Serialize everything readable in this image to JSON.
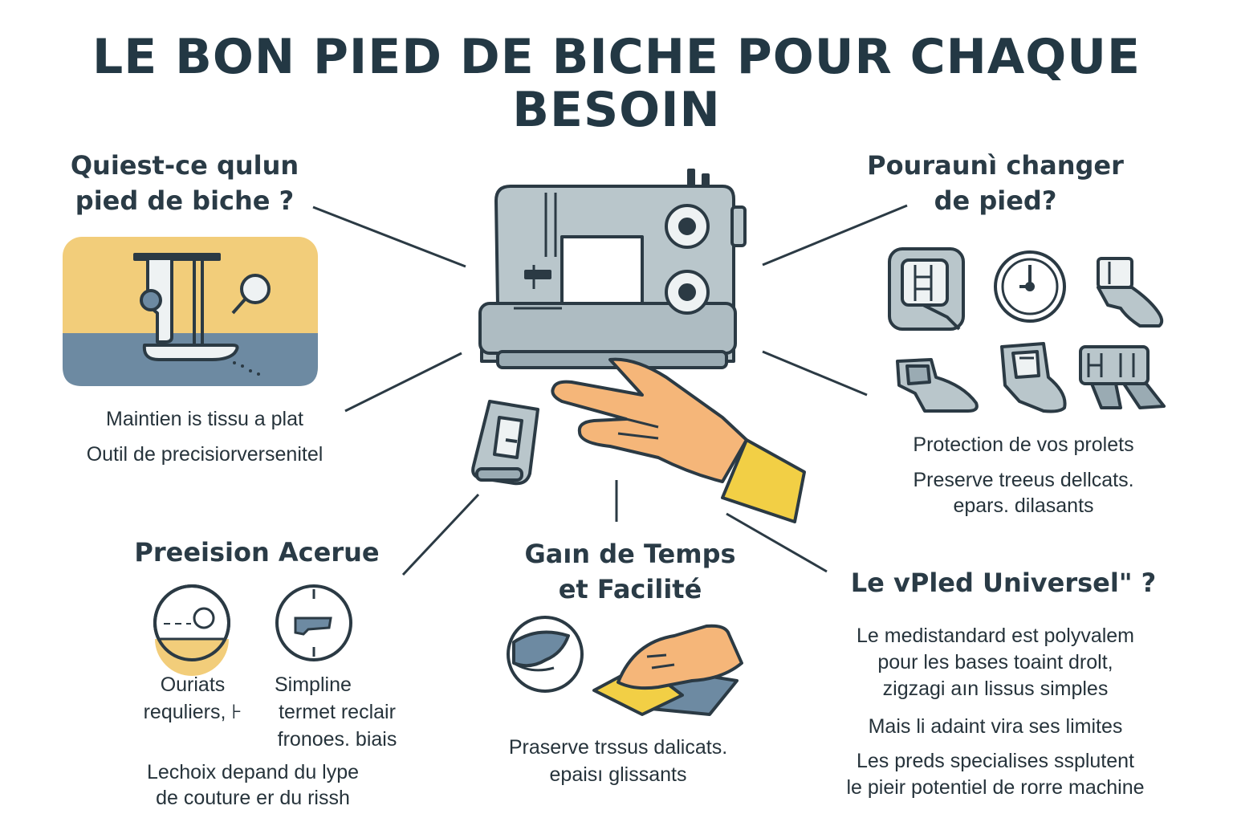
{
  "title": [
    "LE BON PIED DE BICHE POUR CHAQUE",
    "BESOIN"
  ],
  "colors": {
    "navy": "#233844",
    "machine": "#b9c6cb",
    "yellow": "#f2cd7a",
    "steel": "#6d8aa2",
    "skin": "#f5b679",
    "sleeve": "#f2cf45"
  },
  "sections": {
    "what": {
      "heading": [
        "Quiest-ce qulun",
        "pied de biche ?"
      ],
      "lines": [
        "Maintien is tissu a plat",
        "Outil de precisiorversenitel"
      ]
    },
    "why": {
      "heading": [
        "Pouraunì changer",
        "de pied?"
      ],
      "lines": [
        "Protection de vos prolets",
        "Preserve treeus dellcats.",
        "epars. dilasants"
      ],
      "icons": [
        "zipper-foot-icon",
        "clock-icon",
        "walking-foot-icon",
        "rolled-hem-foot-icon",
        "buttonhole-foot-icon",
        "overcast-foot-icon"
      ]
    },
    "precision": {
      "heading": "Preeision Acerue",
      "item1": [
        "Ouriats",
        "requliers,  ⊦"
      ],
      "item2": [
        "Simpline",
        "termet reclair",
        "fronoes. biais"
      ],
      "footer": [
        "Lechoix depand du lype",
        "de couture er du rissh"
      ]
    },
    "time": {
      "heading": [
        "Gaın de Temps",
        "et Facilité"
      ],
      "lines": [
        "Praserve trssus dalicats.",
        "epaisı glissants"
      ]
    },
    "universal": {
      "heading": "Le vPled Universel\" ?",
      "lines": [
        "Le medistandard est polyvalem",
        "pour les bases toaint drolt,",
        "zigzagi aın lissus simples",
        "Mais li adaint vira ses limites",
        "Les preds specialises ssplutent",
        "le pieir  potentiel de rorre machine"
      ]
    }
  }
}
